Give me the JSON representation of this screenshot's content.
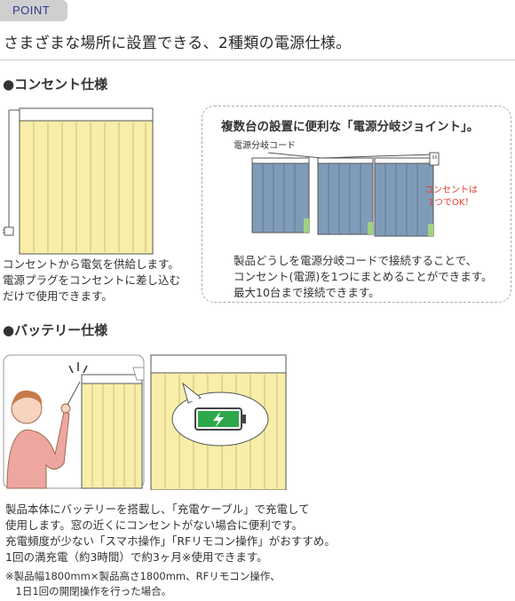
{
  "header": {
    "tag": "POINT",
    "headline": "さまざまな場所に設置できる、2種類の電源仕様。"
  },
  "outlet_section": {
    "title": "●コンセント仕様",
    "lines": [
      "コンセントから電気を供給します。",
      "電源プラグをコンセントに差し込む",
      "だけで使用できます。"
    ]
  },
  "callout": {
    "title": "複数台の設置に便利な「電源分岐ジョイント」。",
    "cord_label": "電源分岐コード",
    "outlet_label_1": "コンセントは",
    "outlet_label_2": "1つでOK！",
    "lines": [
      "製品どうしを電源分岐コードで接続することで、",
      "コンセント(電源)を1つにまとめることができます。",
      "最大10台まで接続できます。"
    ]
  },
  "battery_section": {
    "title": "●バッテリー仕様",
    "lines": [
      "製品本体にバッテリーを搭載し、「充電ケーブル」で充電して",
      "使用します。窓の近くにコンセントがない場合に便利です。",
      "充電頻度が少ない「スマホ操作」「RFリモコン操作」がおすすめ。",
      "1回の満充電（約3時間）で約3ヶ月※使用できます。"
    ],
    "notes": [
      "※製品幅1800mm×製品高さ1800mm、RFリモコン操作、",
      "　1日1回の開閉操作を行った場合。"
    ]
  },
  "icons": [
    "plug-icon",
    "outlet-icon",
    "person-icon",
    "battery-icon",
    "lightning-icon"
  ],
  "colors": {
    "curtain_yellow": "#f8eeaa",
    "curtain_blue": "#7f9bb8",
    "accent_red": "#e43b2f",
    "battery_green": "#2ea84a",
    "skin": "#f7d4bf",
    "shirt": "#eea6a1",
    "hair": "#c57a4a"
  }
}
